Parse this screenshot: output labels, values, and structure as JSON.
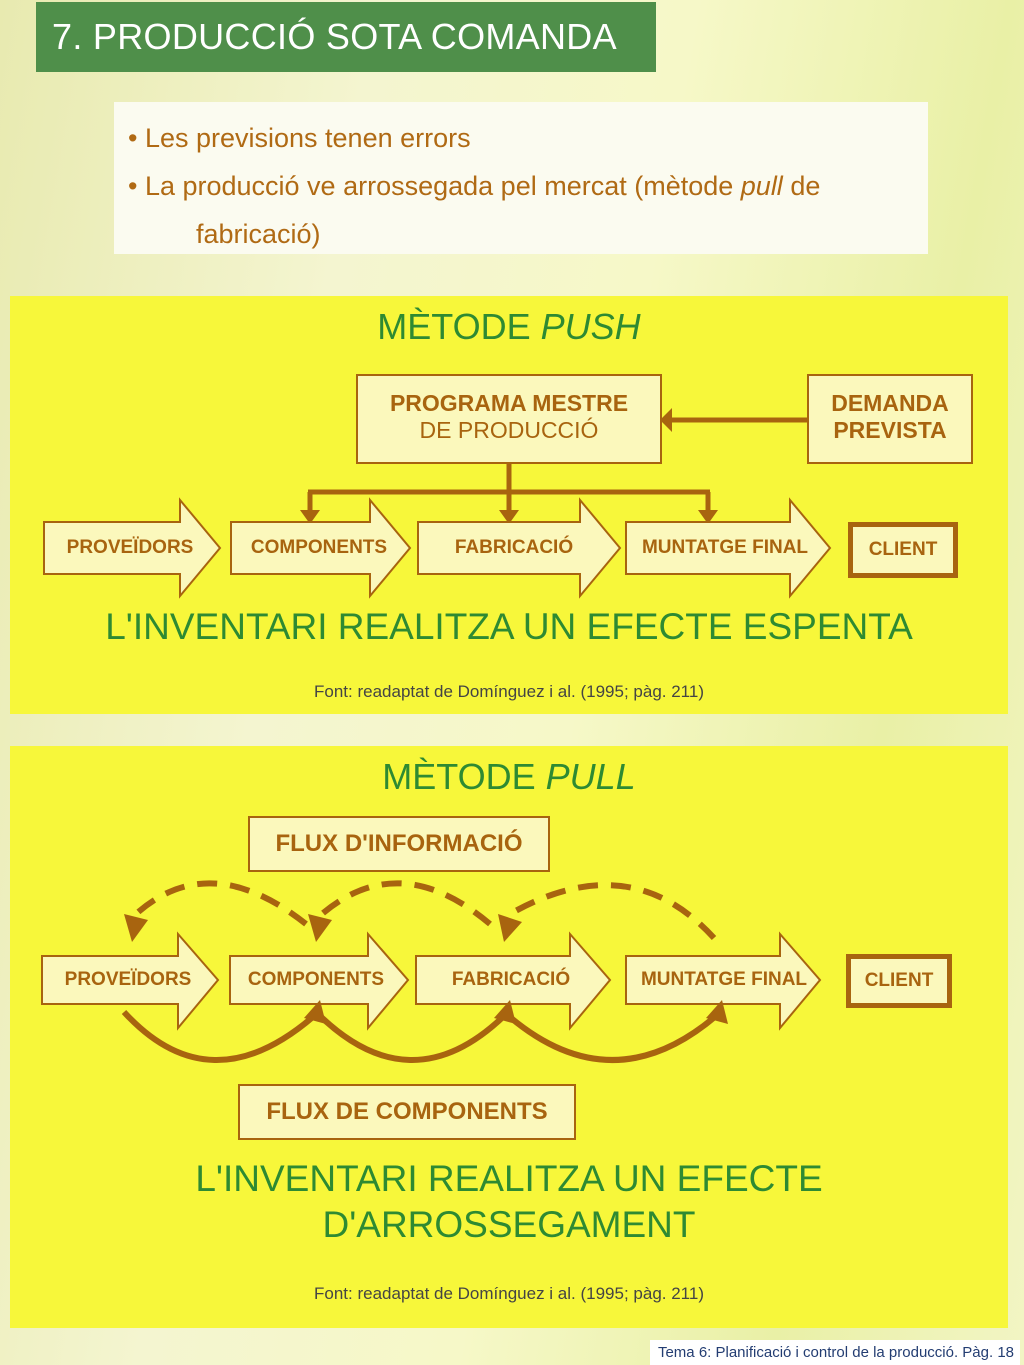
{
  "title": "7. PRODUCCIÓ SOTA COMANDA",
  "bullets": {
    "b1": "• Les previsions tenen errors",
    "b2_pre": "• La producció ve arrossegada pel mercat (mètode ",
    "b2_em": "pull",
    "b2_post": " de",
    "b2_cont": "fabricació)"
  },
  "push": {
    "heading_pre": "MÈTODE ",
    "heading_em": "PUSH",
    "mps_line1": "PROGRAMA MESTRE",
    "mps_line2": "DE PRODUCCIÓ",
    "demand_line1": "DEMANDA",
    "demand_line2": "PREVISTA",
    "stages": [
      "PROVEÏDORS",
      "COMPONENTS",
      "FABRICACIÓ",
      "MUNTATGE FINAL"
    ],
    "client": "CLIENT",
    "message": "L'INVENTARI REALITZA UN EFECTE ESPENTA",
    "source": "Font: readaptat de Domínguez i al. (1995; pàg. 211)"
  },
  "pull": {
    "heading_pre": "MÈTODE ",
    "heading_em": "PULL",
    "info_flow": "FLUX D'INFORMACIÓ",
    "stages": [
      "PROVEÏDORS",
      "COMPONENTS",
      "FABRICACIÓ",
      "MUNTATGE FINAL"
    ],
    "client": "CLIENT",
    "component_flow": "FLUX DE COMPONENTS",
    "message_line1": "L'INVENTARI REALITZA UN EFECTE",
    "message_line2": "D'ARROSSEGAMENT",
    "source": "Font: readaptat de Domínguez i al. (1995; pàg. 211)"
  },
  "footer": "Tema 6: Planificació i control de la producció. Pàg. 18",
  "colors": {
    "title_bg": "#4f8f4a",
    "panel_bg": "#f7f73a",
    "box_border": "#a8640f",
    "box_fill": "#fbf8bc",
    "heading_green": "#2e8a32",
    "bullet_text": "#b06a14"
  }
}
